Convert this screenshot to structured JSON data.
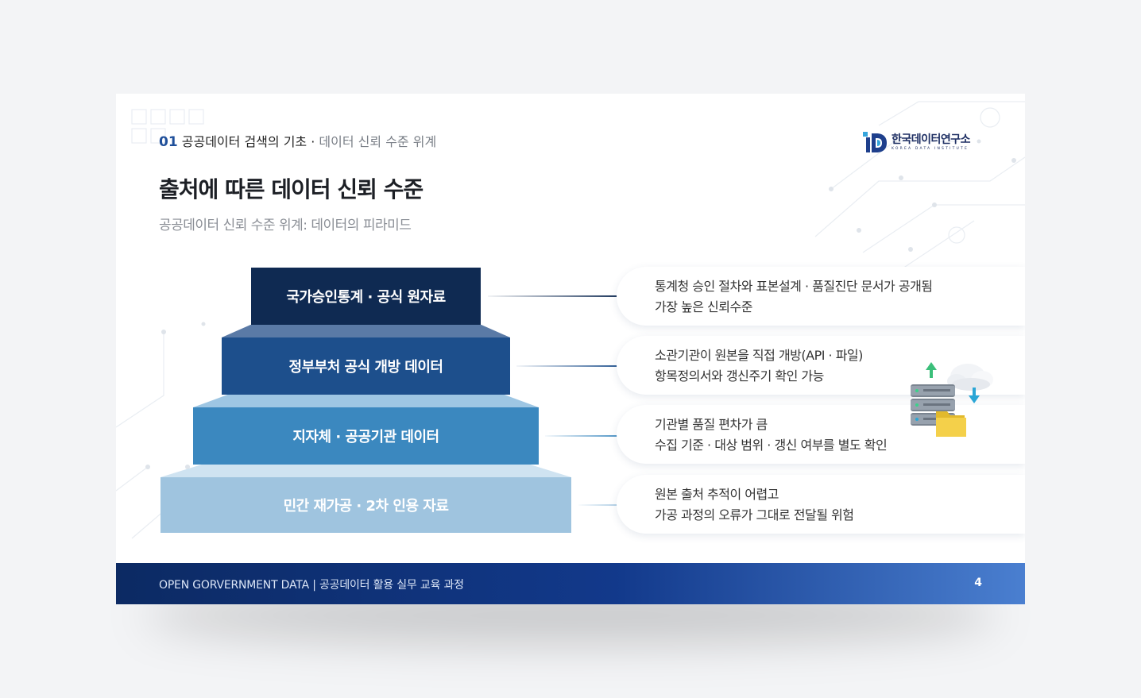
{
  "breadcrumb": {
    "section_number": "01",
    "section_title": "공공데이터 검색의 기초",
    "separator": "·",
    "subsection": "데이터 신뢰 수준 위계"
  },
  "logo": {
    "name": "한국데이터연구소",
    "tagline": "KOREA DATA INSTITUTE"
  },
  "title": "출처에 따른 데이터 신뢰 수준",
  "subtitle": "공공데이터 신뢰 수준 위계: 데이터의 피라미드",
  "pyramid": [
    {
      "label": "국가승인통계 · 공식 원자료",
      "color": "#0f2a52",
      "cap_color": "#5a7aa6"
    },
    {
      "label": "정부부처 공식 개방 데이터",
      "color": "#1d4f8c",
      "cap_color": "#6e9cc9"
    },
    {
      "label": "지자체  · 공공기관 데이터",
      "color": "#3b88bf",
      "cap_color": "#9ec6e3"
    },
    {
      "label": "민간 재가공 · 2차 인용 자료",
      "color": "#9fc4df",
      "cap_color": "#cfe3f1"
    }
  ],
  "cards": [
    {
      "line1": "통계청 승인 절차와 표본설계 · 품질진단 문서가 공개됨",
      "line2": "가장 높은 신뢰수준"
    },
    {
      "line1": "소관기관이 원본을 직접 개방(API · 파일)",
      "line2": "항목정의서와 갱신주기 확인 가능"
    },
    {
      "line1": "기관별 품질 편차가 큼",
      "line2": "수집 기준 · 대상 범위 · 갱신 여부를 별도 확인"
    },
    {
      "line1": "원본 출처 추적이 어렵고",
      "line2": "가공 과정의 오류가 그대로 전달될 위험"
    }
  ],
  "footer": {
    "text": "OPEN GORVERNMENT DATA | 공공데이터 활용 실무 교육 과정",
    "page": "4"
  },
  "colors": {
    "accent": "#1f4f9a",
    "footer_start": "#0c2a63",
    "footer_end": "#4a7fd0"
  },
  "icons": [
    "logo-mark-icon",
    "server-icon",
    "cloud-icon",
    "folder-icon",
    "upload-arrow-icon",
    "download-arrow-icon"
  ]
}
